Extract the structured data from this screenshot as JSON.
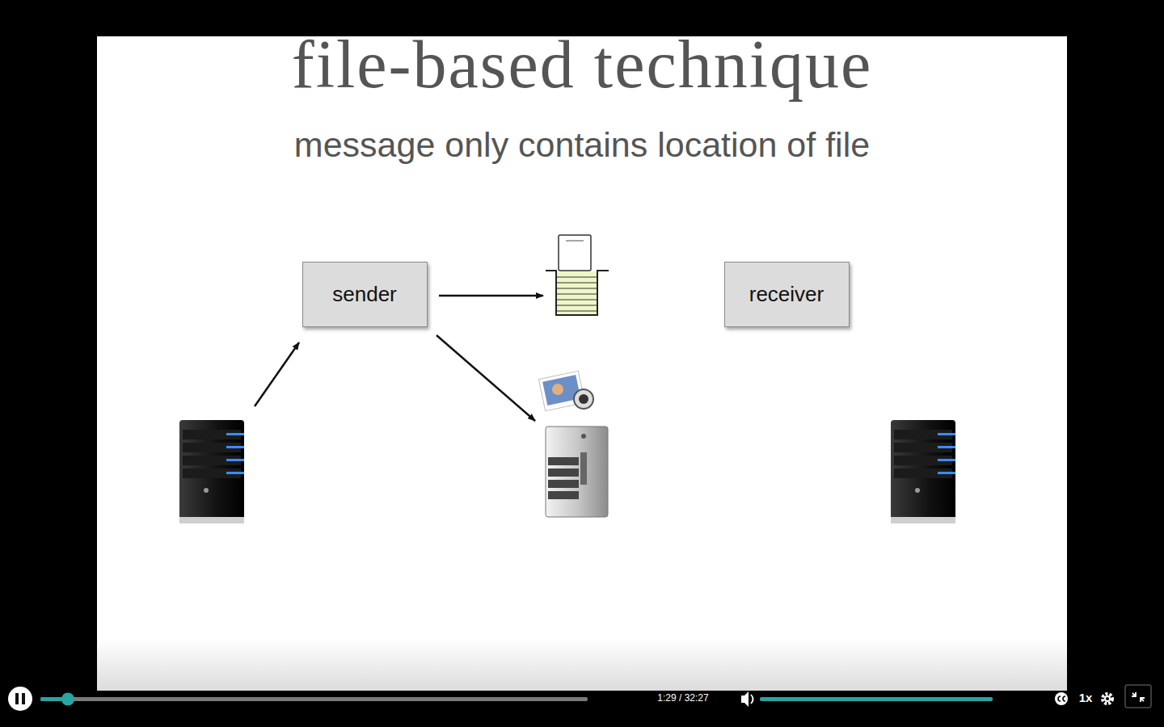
{
  "diagram": {
    "title": "file-based technique",
    "nodes": [
      {
        "text": [
          "sender"
        ]
      },
      {
        "text": [
          "receiver"
        ]
      }
    ],
    "labels": [
      "message only contains location of file",
      "1:29 / 32:27",
      "1x"
    ]
  }
}
